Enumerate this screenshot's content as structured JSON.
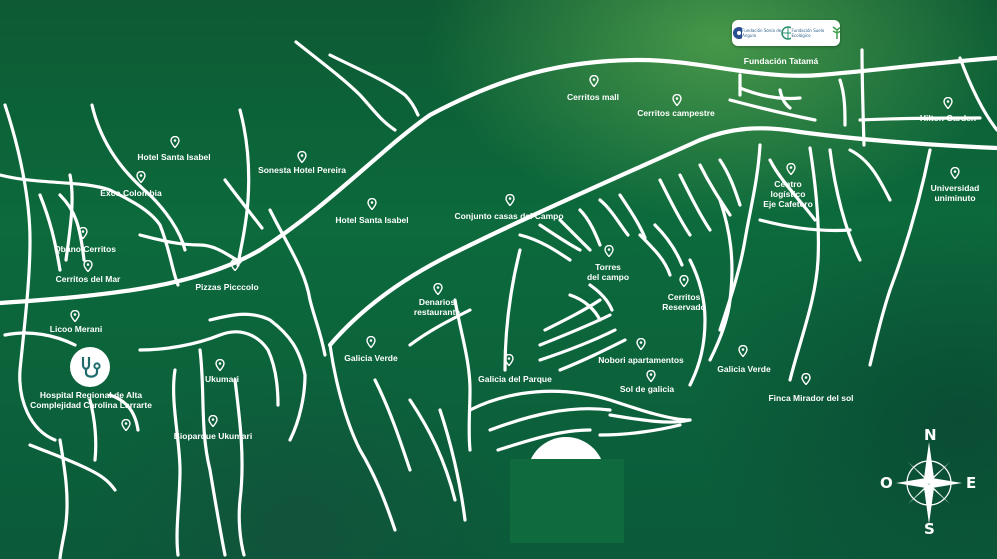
{
  "places": [
    {
      "id": "hotel-santa-isabel-1",
      "name": "Hotel Santa Isabel",
      "pin": [
        175,
        141
      ],
      "label": [
        174,
        152
      ]
    },
    {
      "id": "sonesta",
      "name": "Sonesta Hotel Pereira",
      "pin": [
        302,
        156
      ],
      "label": [
        302,
        165
      ]
    },
    {
      "id": "exco",
      "name": "Exco Colombia",
      "pin": [
        141,
        176
      ],
      "label": [
        131,
        188
      ]
    },
    {
      "id": "hotel-santa-isabel-2",
      "name": "Hotel Santa Isabel",
      "pin": [
        372,
        203
      ],
      "label": [
        372,
        215
      ]
    },
    {
      "id": "conjunto",
      "name": "Conjunto casas del Campo",
      "pin": [
        510,
        199
      ],
      "label": [
        509,
        211
      ]
    },
    {
      "id": "cerritos-mall",
      "name": "Cerritos mall",
      "pin": [
        594,
        80
      ],
      "label": [
        593,
        92
      ]
    },
    {
      "id": "cerritos-campestre",
      "name": "Cerritos campestre",
      "pin": [
        677,
        99
      ],
      "label": [
        676,
        108
      ]
    },
    {
      "id": "qbano",
      "name": "Qbano Cerritos",
      "pin": [
        83,
        232
      ],
      "label": [
        85,
        244
      ]
    },
    {
      "id": "cerritos-del-mar",
      "name": "Cerritos del Mar",
      "pin": [
        88,
        265
      ],
      "label": [
        88,
        274
      ]
    },
    {
      "id": "pizzas",
      "name": "Pizzas Picccolo",
      "pin": [
        235,
        264
      ],
      "label": [
        227,
        282
      ]
    },
    {
      "id": "licoo",
      "name": "Licoo Merani",
      "pin": [
        75,
        315
      ],
      "label": [
        76,
        324
      ]
    },
    {
      "id": "ukumari",
      "name": "Ukumari",
      "pin": [
        220,
        364
      ],
      "label": [
        222,
        374
      ]
    },
    {
      "id": "bioparque",
      "name": "Bioparque Ukumari",
      "pin": [
        213,
        420
      ],
      "label": [
        213,
        431
      ]
    },
    {
      "id": "denarios",
      "name": "Denarios\nrestaurante",
      "pin": [
        438,
        288
      ],
      "label": [
        437,
        297
      ]
    },
    {
      "id": "galicia-verde-1",
      "name": "Galicia Verde",
      "pin": [
        371,
        341
      ],
      "label": [
        371,
        353
      ]
    },
    {
      "id": "galicia-parque",
      "name": "Galicia del Parque",
      "pin": [
        509,
        359
      ],
      "label": [
        515,
        374
      ]
    },
    {
      "id": "torres",
      "name": "Torres\ndel campo",
      "pin": [
        609,
        250
      ],
      "label": [
        608,
        262
      ]
    },
    {
      "id": "cerritos-reservado",
      "name": "Cerritos\nReservado",
      "pin": [
        684,
        280
      ],
      "label": [
        684,
        292
      ]
    },
    {
      "id": "nobori",
      "name": "Nobori apartamentos",
      "pin": [
        641,
        343
      ],
      "label": [
        641,
        355
      ]
    },
    {
      "id": "sol-galicia",
      "name": "Sol de galicia",
      "pin": [
        651,
        375
      ],
      "label": [
        647,
        384
      ]
    },
    {
      "id": "galicia-verde-2",
      "name": "Galicia Verde",
      "pin": [
        743,
        350
      ],
      "label": [
        744,
        364
      ]
    },
    {
      "id": "finca",
      "name": "Finca Mirador del sol",
      "pin": [
        806,
        378
      ],
      "label": [
        811,
        393
      ]
    },
    {
      "id": "centro-logistico",
      "name": "Centro\nlogístico\nEje Cafetero",
      "pin": [
        791,
        168
      ],
      "label": [
        788,
        179
      ]
    },
    {
      "id": "hilton",
      "name": "Hilton Garden",
      "pin": [
        948,
        102
      ],
      "label": [
        948,
        113
      ]
    },
    {
      "id": "universidad",
      "name": "Universidad\nuniminuto",
      "pin": [
        955,
        172
      ],
      "label": [
        955,
        183
      ]
    },
    {
      "id": "fundacion-tatama",
      "name": "Fundación Tatamá",
      "pin": null,
      "label": [
        781,
        56
      ]
    },
    {
      "id": "hospital",
      "name": "Hospital Regional de Alta\nComplejidad Carolina Larrarte",
      "pin": [
        126,
        424
      ],
      "label": [
        91,
        390
      ]
    }
  ],
  "logos": {
    "a": "Fundación\nSonia de Angulo",
    "c": "Fundación\nSuelo Ecológico"
  },
  "compass": {
    "n": "N",
    "s": "S",
    "e": "E",
    "o": "O"
  },
  "colors": {
    "background": "#0c6a3c",
    "roads": "#ffffff"
  }
}
